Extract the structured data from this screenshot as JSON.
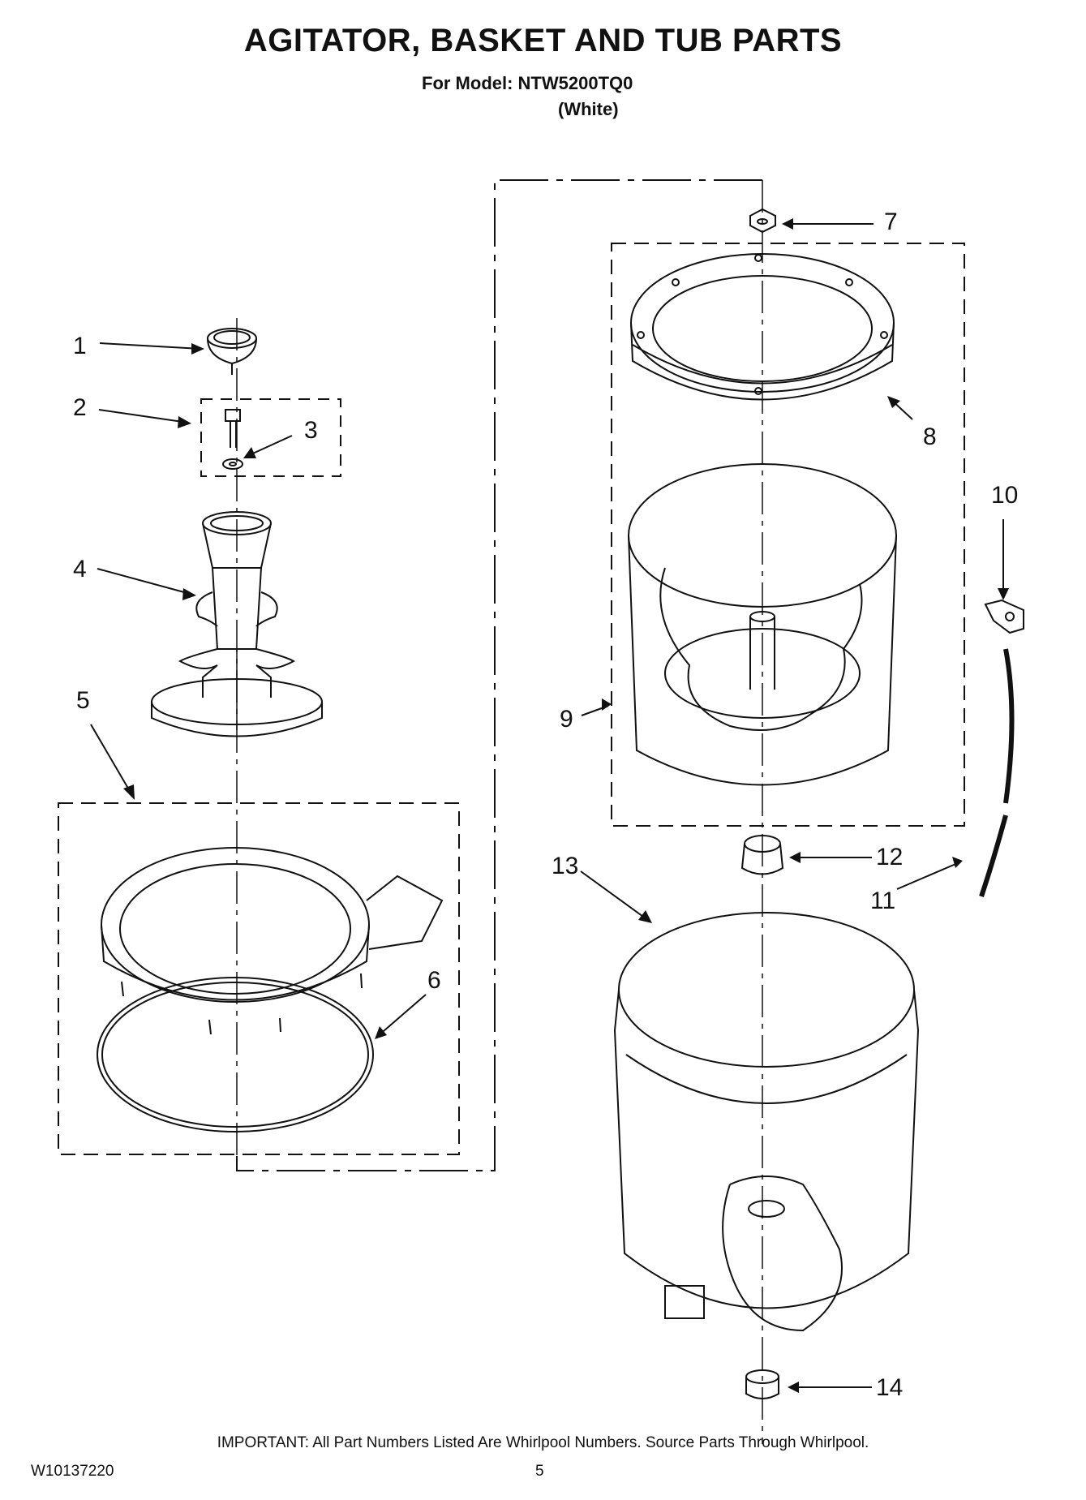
{
  "header": {
    "title": "AGITATOR, BASKET AND TUB PARTS",
    "model_line": "For Model: NTW5200TQ0",
    "color_line": "(White)"
  },
  "callouts": {
    "c1": "1",
    "c2": "2",
    "c3": "3",
    "c4": "4",
    "c5": "5",
    "c6": "6",
    "c7": "7",
    "c8": "8",
    "c9": "9",
    "c10": "10",
    "c11": "11",
    "c12": "12",
    "c13": "13",
    "c14": "14"
  },
  "footer": {
    "important": "IMPORTANT: All Part Numbers Listed Are Whirlpool Numbers. Source Parts Through Whirlpool.",
    "doc_number": "W10137220",
    "page_number": "5"
  }
}
